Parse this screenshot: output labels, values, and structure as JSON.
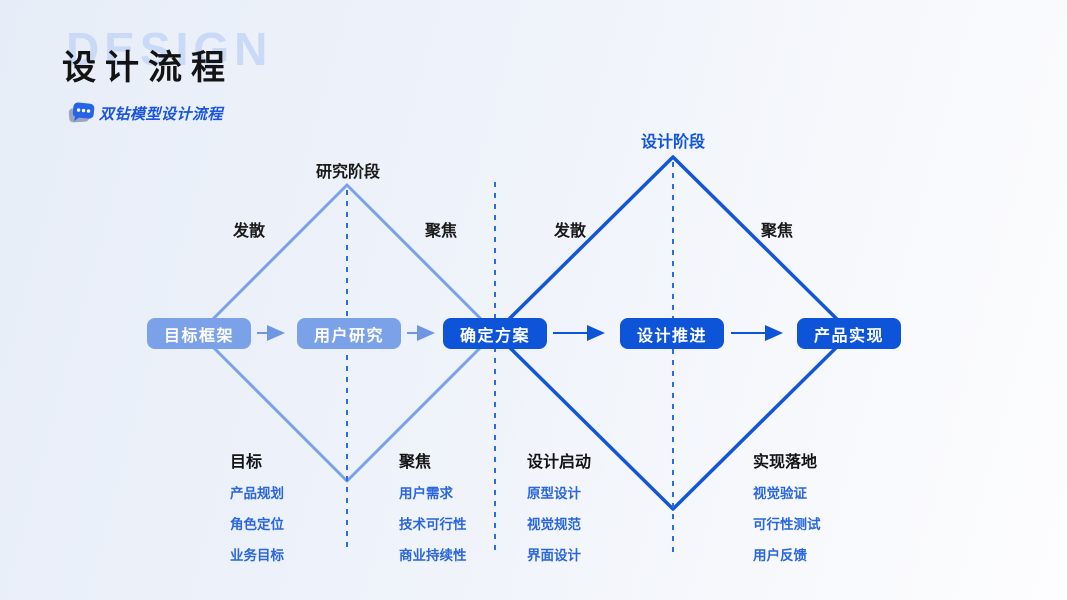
{
  "slide": {
    "background_from": "#e7edf8",
    "background_to": "#fdfdfe"
  },
  "header": {
    "ghost_text": "DESIGN",
    "title": "设计流程",
    "subtitle": "双钻模型设计流程",
    "subtitle_icon": "chat-bubble-icon"
  },
  "diagram": {
    "phase_labels": [
      {
        "text": "研究阶段",
        "style": "black"
      },
      {
        "text": "设计阶段",
        "style": "blue"
      }
    ],
    "slope_labels": [
      {
        "text": "发散"
      },
      {
        "text": "聚焦"
      },
      {
        "text": "发散"
      },
      {
        "text": "聚焦"
      }
    ],
    "steps": [
      {
        "label": "目标框架",
        "variant": "light"
      },
      {
        "label": "用户研究",
        "variant": "light"
      },
      {
        "label": "确定方案",
        "variant": "dark"
      },
      {
        "label": "设计推进",
        "variant": "dark"
      },
      {
        "label": "产品实现",
        "variant": "dark"
      }
    ],
    "columns": [
      {
        "heading": "目标",
        "items": [
          "产品规划",
          "角色定位",
          "业务目标"
        ]
      },
      {
        "heading": "聚焦",
        "items": [
          "用户需求",
          "技术可行性",
          "商业持续性"
        ]
      },
      {
        "heading": "设计启动",
        "items": [
          "原型设计",
          "视觉规范",
          "界面设计"
        ]
      },
      {
        "heading": "实现落地",
        "items": [
          "视觉验证",
          "可行性测试",
          "用户反馈"
        ]
      }
    ],
    "colors": {
      "light_blue": "#7ba2e9",
      "dark_blue": "#0d54d8",
      "dashed_line": "#2d6be2",
      "item_text": "#2a66dd",
      "label_text": "#1a1a1a",
      "design_phase_text": "#1155dd",
      "ghost_text": "#c9d9f6",
      "subtitle_text": "#1a55e0"
    }
  }
}
